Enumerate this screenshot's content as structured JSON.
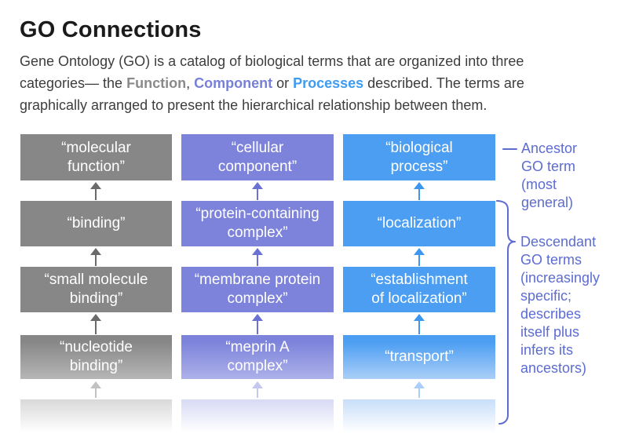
{
  "page": {
    "title": "GO Connections"
  },
  "intro": {
    "seg1": "Gene Ontology (GO) is a catalog of biological terms that are organized into three\ncategories— the ",
    "function_word": "Function",
    "seg2": ", ",
    "component_word": "Component",
    "seg3": " or ",
    "processes_word": "Processes",
    "seg4": " described. The terms are\ngraphically arranged to present the hierarchical relationship between them."
  },
  "colors": {
    "function_gray": "#878787",
    "component_purple": "#7d83da",
    "process_blue": "#4b9ef2",
    "annotation_blue": "#5c6cd2"
  },
  "diagram": {
    "columns": [
      {
        "name": "molecular function branch",
        "boxes": [
          "“molecular\nfunction”",
          "“binding”",
          "“small molecule\nbinding”",
          "“nucleotide\nbinding”"
        ]
      },
      {
        "name": "cellular component branch",
        "boxes": [
          "“cellular\ncomponent”",
          "“protein-containing\ncomplex”",
          "“membrane protein\ncomplex”",
          "“meprin A\ncomplex”"
        ]
      },
      {
        "name": "biological process branch",
        "boxes": [
          "“biological\nprocess”",
          "“localization”",
          "“establishment\nof localization”",
          "“transport”"
        ]
      }
    ],
    "annotations": {
      "ancestor": "Ancestor\nGO term\n(most\ngeneral)",
      "descendant": "Descendant\nGO terms\n(increasingly\nspecific;\ndescribes\nitself plus\ninfers its\nancestors)"
    }
  }
}
